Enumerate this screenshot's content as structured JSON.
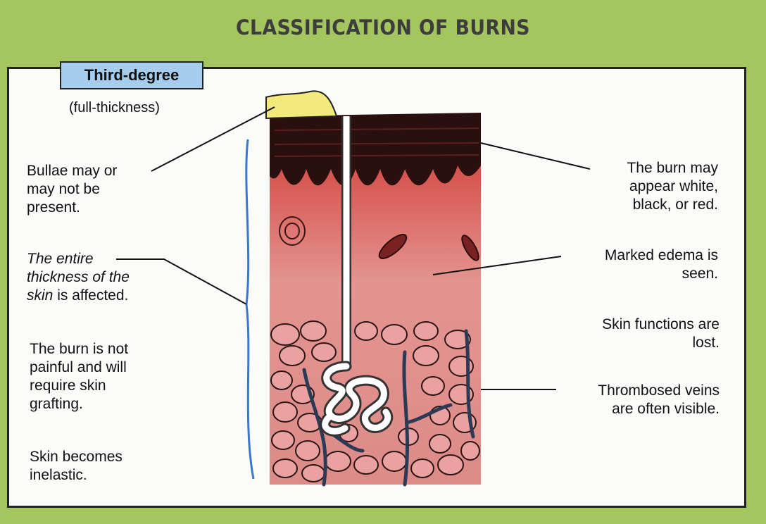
{
  "title": "CLASSIFICATION OF BURNS",
  "badge": "Third-degree",
  "subtitle": "(full-thickness)",
  "left_labels": {
    "bullae": [
      "Bullae may or",
      "may not be",
      "present."
    ],
    "entire_italic1": "The entire",
    "entire_italic2": "thickness of the",
    "entire_italic3": "skin",
    "entire_rest": " is affected.",
    "painful": [
      "The burn is not",
      "painful and will",
      "require skin",
      "grafting."
    ],
    "inelastic": [
      "Skin becomes",
      "inelastic."
    ]
  },
  "right_labels": {
    "appear": [
      "The burn may",
      "appear white,",
      "black, or red."
    ],
    "edema": [
      "Marked edema is",
      "seen."
    ],
    "functions": [
      "Skin functions are",
      "lost."
    ],
    "veins": [
      "Thrombosed veins",
      "are often visible."
    ]
  },
  "colors": {
    "background": "#a5c55f",
    "badge": "#a6cdee",
    "bracket": "#3a78d0",
    "eschar": "#2a0d0d",
    "dermis": "#d98a86",
    "fat": "#e8a3a3",
    "bulla": "#f4e87a"
  }
}
